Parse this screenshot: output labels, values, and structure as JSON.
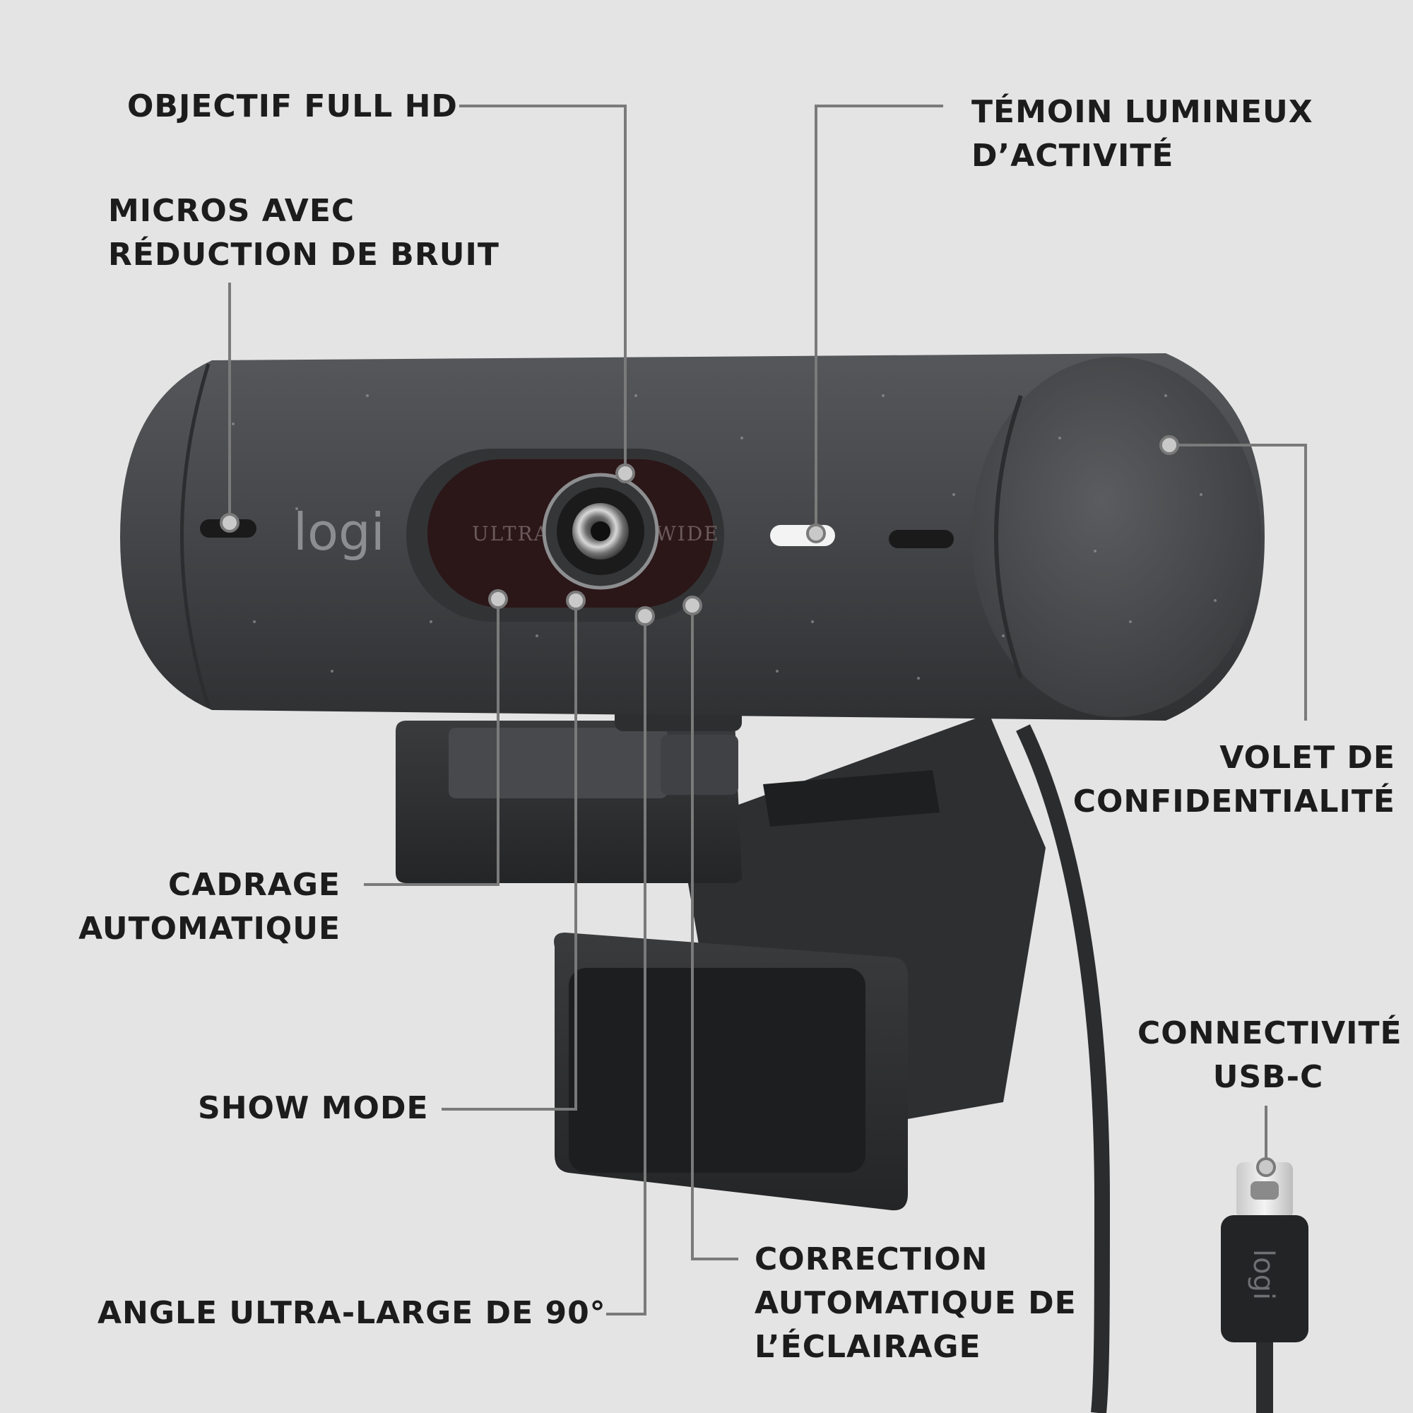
{
  "callouts": {
    "objectif": "OBJECTIF FULL HD",
    "micros": [
      "MICROS AVEC",
      "RÉDUCTION DE BRUIT"
    ],
    "temoin": [
      "TÉMOIN LUMINEUX",
      "D’ACTIVITÉ"
    ],
    "volet": [
      "VOLET DE",
      "CONFIDENTIALITÉ"
    ],
    "cadrage": [
      "CADRAGE",
      "AUTOMATIQUE"
    ],
    "show_mode": "SHOW MODE",
    "angle": "ANGLE ULTRA-LARGE DE 90°",
    "correction": [
      "CORRECTION",
      "AUTOMATIQUE DE",
      "L’ÉCLAIRAGE"
    ],
    "usb": [
      "CONNECTIVITÉ",
      "USB-C"
    ]
  },
  "product_marks": {
    "logo": "logi",
    "lens_left": "ULTRA",
    "lens_right": "WIDE",
    "plug_logo": "logi"
  },
  "colors": {
    "background": "#e4e4e4",
    "body": "#3d3e40",
    "leader_line": "#7a7a7a",
    "text": "#1c1c1c"
  }
}
